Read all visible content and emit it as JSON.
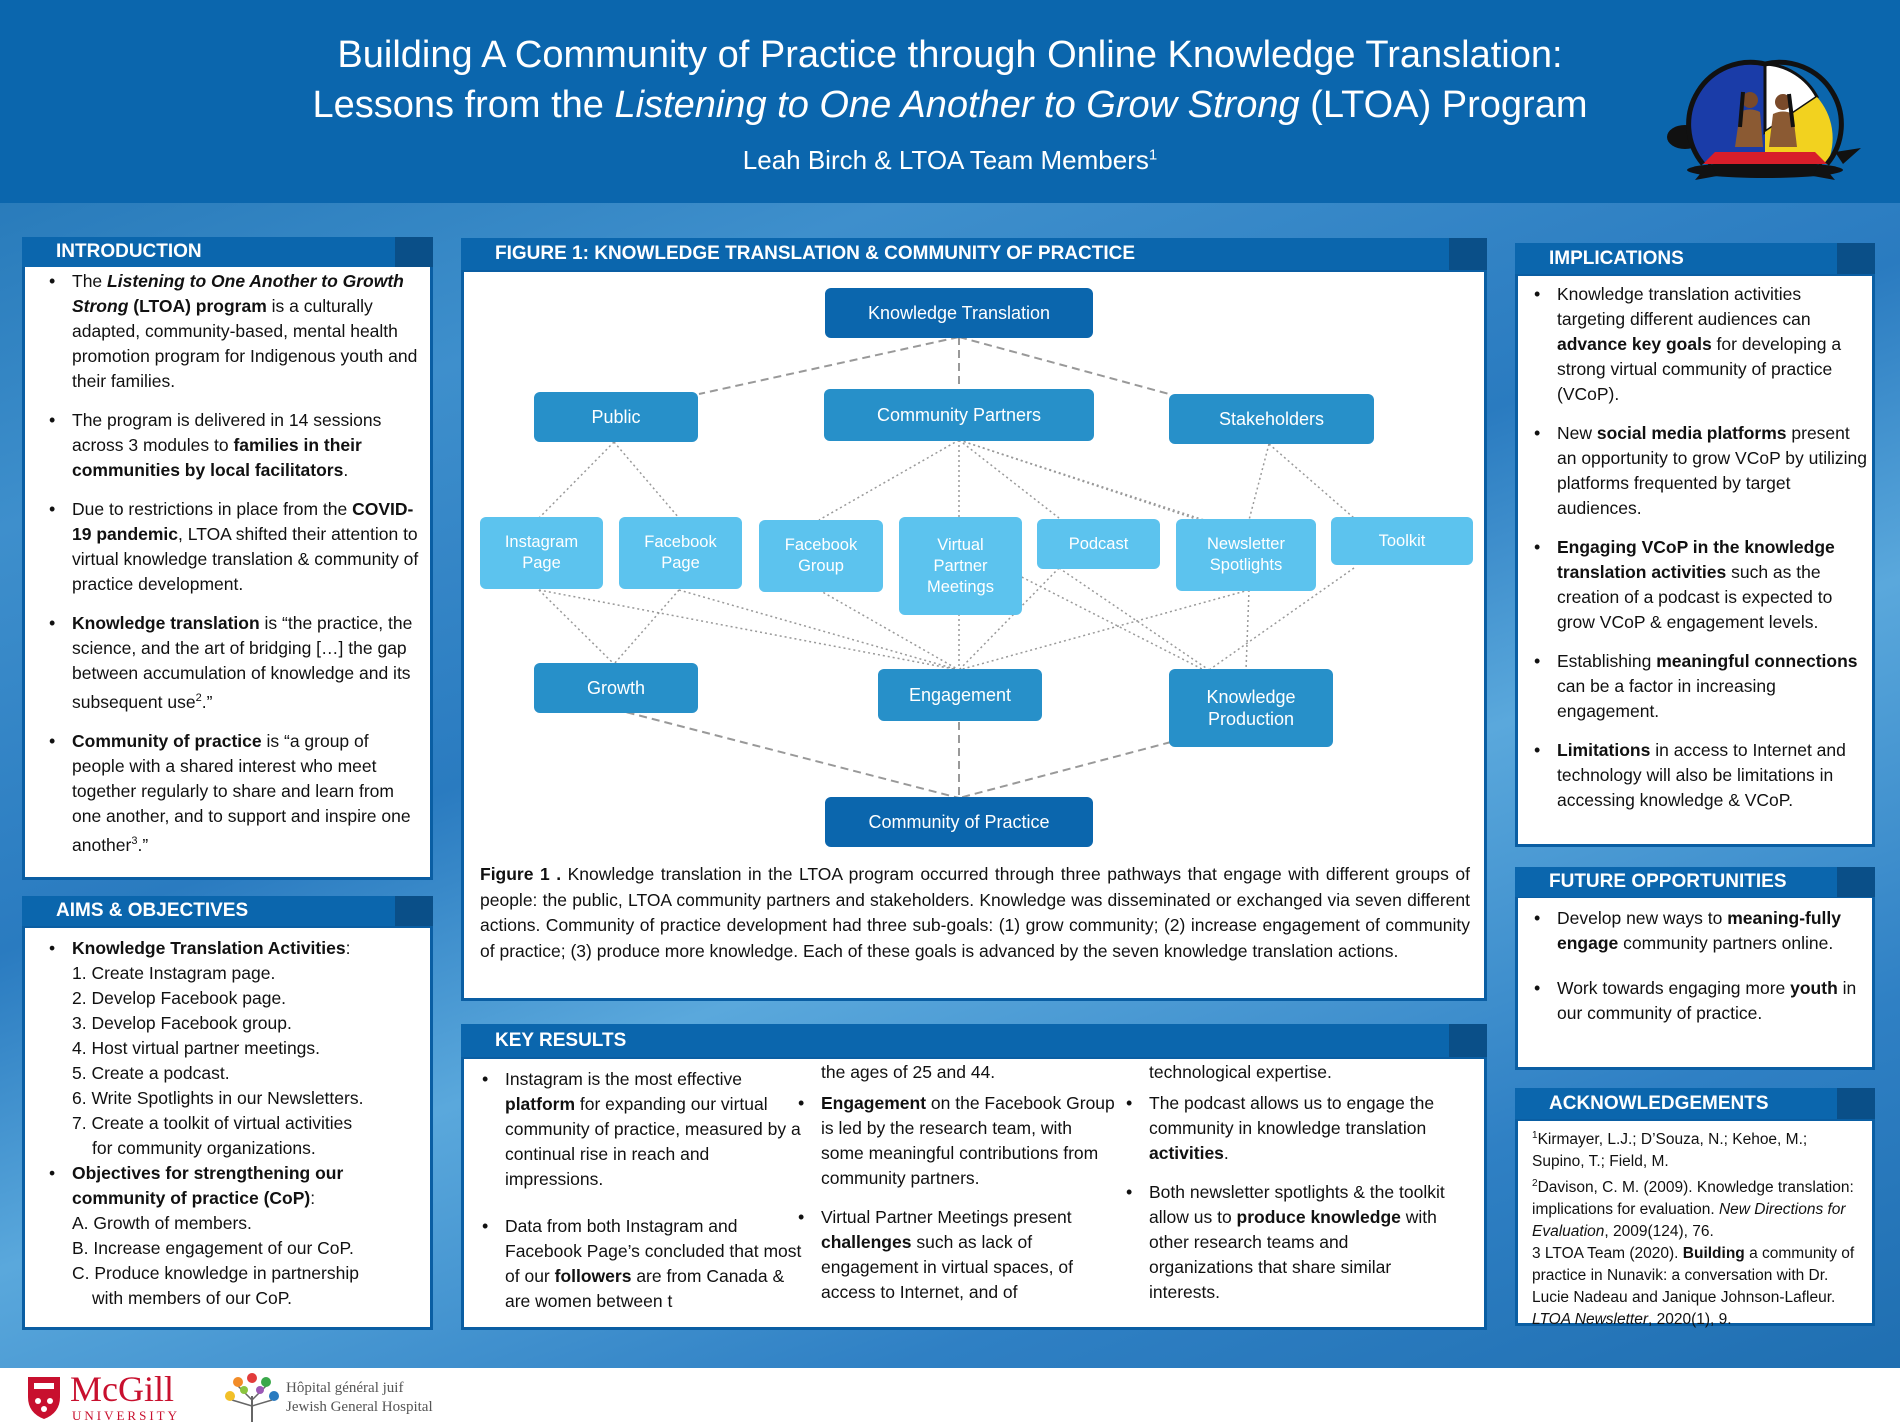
{
  "header": {
    "title_line1": "Building A Community of Practice through Online Knowledge Translation:",
    "title_line2_pre": "Lessons from the ",
    "title_line2_italic": "Listening to One Another to Grow Strong",
    "title_line2_post": " (LTOA) Program",
    "author": "Leah Birch & LTOA Team Members",
    "author_sup": "1"
  },
  "introduction": {
    "heading": "INTRODUCTION",
    "items": [
      {
        "p1": "The ",
        "b1": "Listening to One Another to Growth Strong",
        "b1b": " (LTOA) program",
        "p2": " is a culturally adapted, community-based, mental health promotion program for Indigenous youth and their families."
      },
      {
        "p1": "The program  is delivered in 14 sessions across 3 modules to ",
        "b1": "families in their communities by local facilitators",
        "p2": "."
      },
      {
        "p1": "Due to restrictions in place from the ",
        "b1": "COVID-19 pandemic",
        "p2": ", LTOA shifted their attention to virtual knowledge translation & community of practice development."
      },
      {
        "b1": "Knowledge translation",
        "p2": " is “the practice, the science, and the art of bridging […] the gap between accumulation of knowledge and its subsequent use",
        "sup": "2",
        "p3": ".”"
      },
      {
        "b1": "Community of practice",
        "p2": " is “a group of people with a shared interest who meet together regularly to share and learn from one another, and to support and inspire one another",
        "sup": "3",
        "p3": ".”"
      }
    ]
  },
  "aims": {
    "heading": "AIMS & OBJECTIVES",
    "kt_label": "Knowledge Translation Activities",
    "kt_colon": ":",
    "kt_list": [
      "1. Create Instagram page.",
      "2. Develop Facebook page.",
      "3. Develop Facebook group.",
      "4. Host virtual partner meetings.",
      "5. Create a podcast.",
      "6. Write Spotlights in our Newsletters.",
      "7. Create a toolkit of virtual activities",
      "for community organizations."
    ],
    "obj_label": "Objectives for strengthening our community of practice (CoP)",
    "obj_colon": ":",
    "obj_list": [
      "A. Growth of members.",
      "B. Increase engagement of our CoP.",
      "C. Produce knowledge in partnership",
      "with members of our CoP."
    ]
  },
  "figure": {
    "heading": "FIGURE 1: KNOWLEDGE TRANSLATION & COMMUNITY OF PRACTICE",
    "nodes": {
      "kt": "Knowledge Translation",
      "public": "Public",
      "partners": "Community Partners",
      "stakeholders": "Stakeholders",
      "instagram": "Instagram Page",
      "facebook_page": "Facebook Page",
      "facebook_group": "Facebook Group",
      "virtual": "Virtual Partner Meetings",
      "podcast": "Podcast",
      "newsletter": "Newsletter Spotlights",
      "toolkit": "Toolkit",
      "growth": "Growth",
      "engagement": "Engagement",
      "kp": "Knowledge Production",
      "cop": "Community of Practice"
    },
    "caption_label": "Figure 1 .",
    "caption": " Knowledge translation in the LTOA program occurred through three pathways that engage with different groups of people: the public, LTOA community partners and stakeholders. Knowledge was disseminated or exchanged via seven different actions. Community of practice development had three sub-goals: (1) grow community; (2) increase engagement of community of practice; (3) produce more knowledge. Each of these goals is advanced by the seven knowledge translation actions."
  },
  "results": {
    "heading": "KEY RESULTS",
    "col1": [
      {
        "p1": "Instagram is the most effective ",
        "b1": "platform",
        "p2": " for expanding our virtual community of practice, measured by a continual rise in reach and impressions."
      },
      {
        "p1": "Data from both Instagram and Facebook Page’s concluded that most of our ",
        "b1": "followers",
        "p2": " are from Canada & are women between t"
      }
    ],
    "col2_top": "the ages of 25 and 44.",
    "col2": [
      {
        "b1": "Engagement",
        "p2": " on the Facebook Group is led by the research team, with some meaningful contributions from community partners."
      },
      {
        "p1": "Virtual Partner Meetings present ",
        "b1": "challenges",
        "p2": " such as lack  of engagement in virtual spaces, of access to Internet, and of"
      }
    ],
    "col3_top": "technological expertise.",
    "col3": [
      {
        "p1": "The podcast allows us to engage the community in knowledge translation ",
        "b1": "activities",
        "p2": "."
      },
      {
        "p1": "Both newsletter spotlights & the toolkit allow us to ",
        "b1": "produce knowledge",
        "p2": " with other research teams  and organizations that share similar interests."
      }
    ]
  },
  "implications": {
    "heading": "IMPLICATIONS",
    "items": [
      {
        "p1": "Knowledge translation activities targeting different audiences can ",
        "b1": "advance key goals",
        "p2": " for developing a strong virtual community of practice (VCoP)."
      },
      {
        "p1": "New ",
        "b1": "social media platforms",
        "p2": " present an opportunity to grow VCoP by utilizing platforms frequented by target audiences."
      },
      {
        "b1": "Engaging VCoP in the knowledge translation activities",
        "p2": " such as the creation of a podcast is expected to grow VCoP & engagement levels."
      },
      {
        "p1": "Establishing ",
        "b1": "meaningful connections",
        "p2": " can be a factor in increasing engagement."
      },
      {
        "b1": "Limitations",
        "p2": " in access to Internet and technology will also be limitations in accessing knowledge & VCoP."
      }
    ]
  },
  "future": {
    "heading": "FUTURE OPPORTUNITIES",
    "items": [
      {
        "p1": "Develop new ways to ",
        "b1": "meaning-fully engage",
        "p2": " community partners online."
      },
      {
        "p1": "Work towards engaging more ",
        "b1": "youth",
        "p2": " in our community of practice."
      }
    ]
  },
  "acknowledgements": {
    "heading": "ACKNOWLEDGEMENTS",
    "ref1_sup": "1",
    "ref1": "Kirmayer, L.J.; D’Souza, N.; Kehoe, M.; Supino, T.; Field, M.",
    "ref2_sup": "2",
    "ref2_a": "Davison, C. M. (2009). Knowledge translation: implications for evaluation. ",
    "ref2_i": "New Directions for Evaluation",
    "ref2_b": ", 2009(124), 76.",
    "ref3_a": "3 LTOA Team (2020). ",
    "ref3_b": "Building",
    "ref3_c": " a community of practice in Nunavik: a conversation with Dr. Lucie Nadeau and Janique Johnson-Lafleur. ",
    "ref3_i": "LTOA Newsletter",
    "ref3_d": ", 2020(1), 9."
  },
  "footer": {
    "mcgill": "McGill",
    "university": "UNIVERSITY",
    "hospital_fr": "Hôpital général juif",
    "hospital_en": "Jewish General Hospital"
  },
  "colors": {
    "header": "#0b66ad",
    "node_dark": "#0b66ad",
    "node_mid": "#2790c9",
    "node_light": "#5cc3ee",
    "mcgill_red": "#c8102e"
  }
}
